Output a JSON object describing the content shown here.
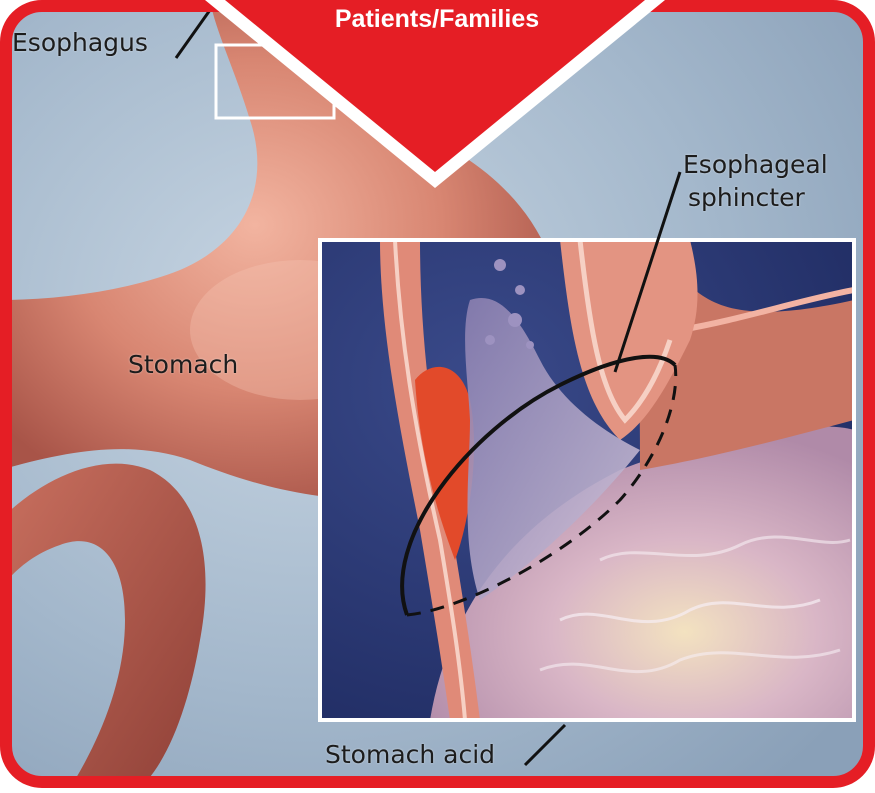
{
  "banner": {
    "title": "Patients/Families"
  },
  "labels": {
    "esophagus": "Esophagus",
    "esophageal_sphincter_line1": "Esophageal",
    "esophageal_sphincter_line2": "sphincter",
    "stomach": "Stomach",
    "stomach_acid": "Stomach acid"
  },
  "colors": {
    "border_red": "#e51e25",
    "background_blue": "#a9bccf",
    "stomach_pink": "#d98a7a"
  }
}
